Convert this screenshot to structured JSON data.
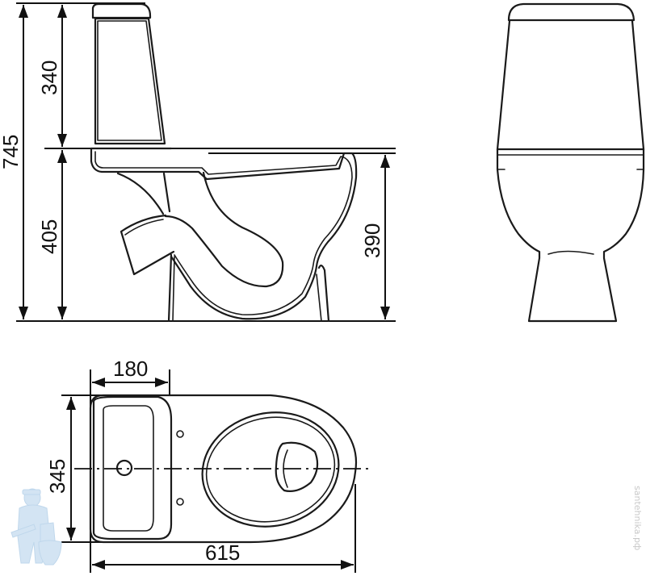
{
  "drawing": {
    "subject": "Two-piece toilet technical drawing",
    "views": [
      "side-view",
      "front-view",
      "top-view"
    ],
    "line_color": "#1a1a1a",
    "background": "#ffffff"
  },
  "dimensions": {
    "total_height": "745",
    "tank_height": "340",
    "bowl_height": "405",
    "seat_height": "390",
    "tank_depth": "180",
    "width": "345",
    "length": "615"
  },
  "watermark": {
    "text": "santehnika.рф",
    "mascot": "plumber-mascot",
    "mascot_color": "#cfe2f2"
  }
}
